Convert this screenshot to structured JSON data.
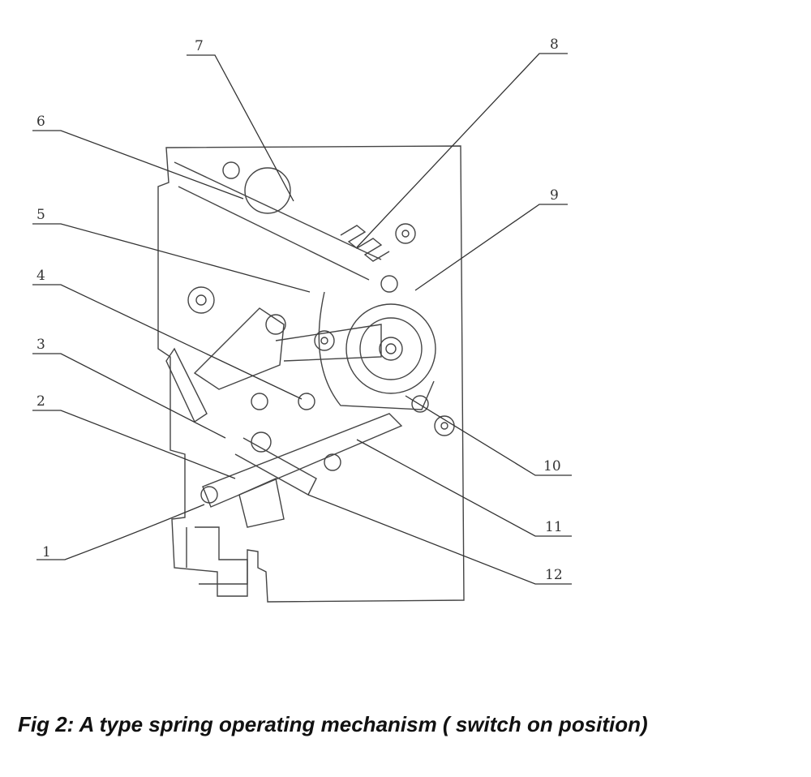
{
  "figure": {
    "caption": "Fig 2: A type spring operating mechanism ( switch on position)",
    "labels": [
      "1",
      "2",
      "3",
      "4",
      "5",
      "6",
      "7",
      "8",
      "9",
      "10",
      "11",
      "12"
    ]
  }
}
